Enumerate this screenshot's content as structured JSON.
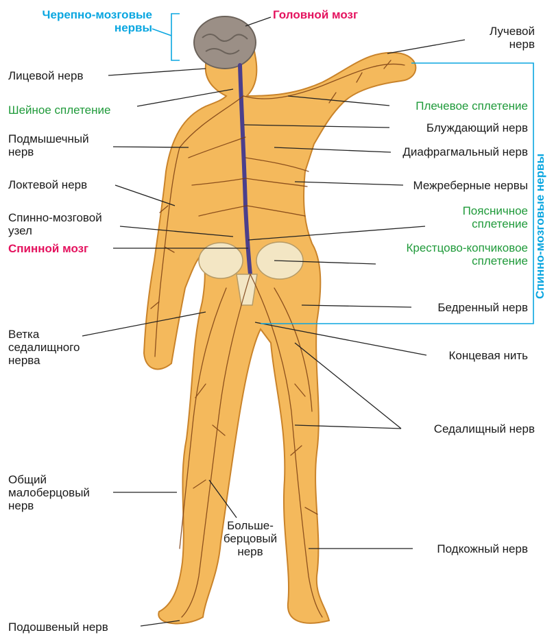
{
  "labels": {
    "cranial_nerves": "Черепно-мозговые\nнервы",
    "brain": "Головной мозг",
    "radial_nerve": "Лучевой\nнерв",
    "facial_nerve": "Лицевой нерв",
    "cervical_plexus": "Шейное сплетение",
    "brachial_plexus": "Плечевое сплетение",
    "vagus_nerve": "Блуждающий нерв",
    "axillary_nerve": "Подмышечный\nнерв",
    "phrenic_nerve": "Диафрагмальный нерв",
    "ulnar_nerve": "Локтевой нерв",
    "intercostal_nerves": "Межреберные нервы",
    "spinal_ganglion": "Спинно-мозговой\nузел",
    "lumbar_plexus": "Поясничное\nсплетение",
    "spinal_cord": "Спинной мозг",
    "sacrococcygeal_plexus": "Крестцово-копчиковое\nсплетение",
    "femoral_nerve": "Бедренный нерв",
    "sciatic_branch": "Ветка\nседалищного\nнерва",
    "filum_terminale": "Концевая нить",
    "sciatic_nerve": "Седалищный нерв",
    "common_peroneal": "Общий\nмалоберцовый\nнерв",
    "tibial_nerve": "Больше-\nберцовый\nнерв",
    "saphenous_nerve": "Подкожный нерв",
    "plantar_nerve": "Подошвеный нерв",
    "spinal_nerves": "Спинно-мозговые нервы"
  },
  "colors": {
    "body_fill": "#f4b95c",
    "body_outline": "#c9832a",
    "nerve": "#7a3d12",
    "spinal_cord": "#4b3f8c",
    "brain": "#9b8f86",
    "bone": "#f3e6c4",
    "bracket": "#0aa6e0",
    "leader": "#222222"
  }
}
